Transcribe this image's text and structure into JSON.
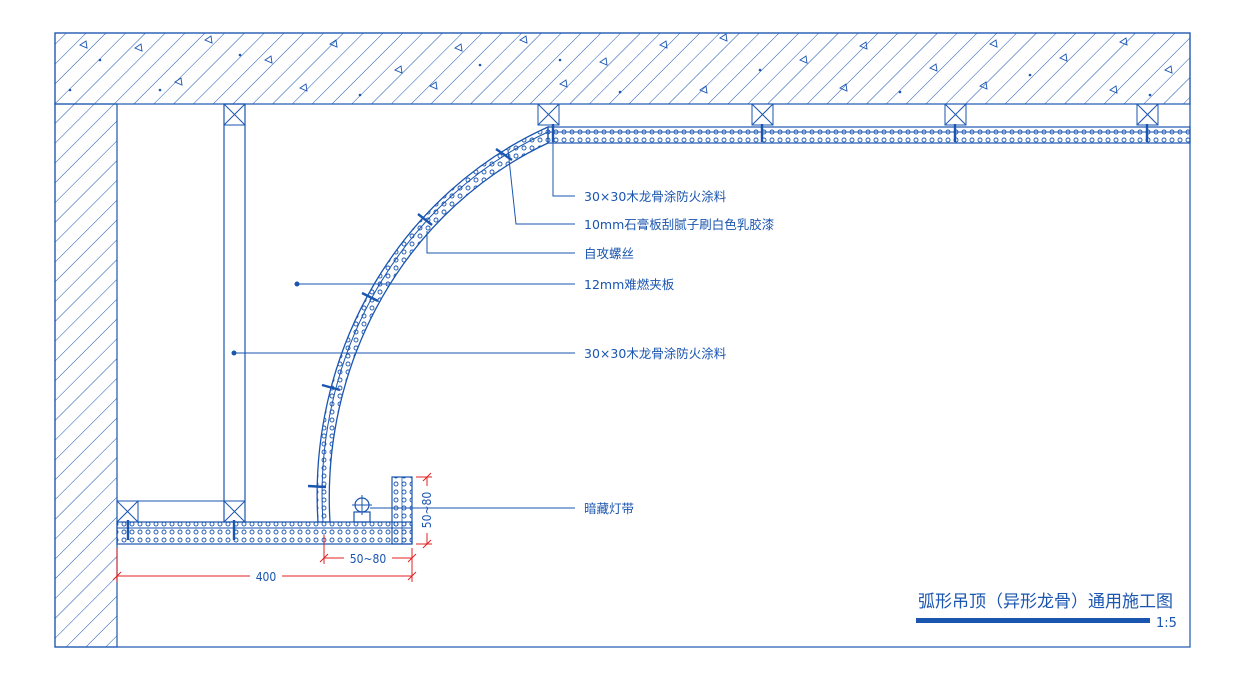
{
  "colors": {
    "line": "#1a55b0",
    "dimension": "#e02020",
    "background": "#ffffff"
  },
  "annotations": {
    "wood_keel_top": "30×30木龙骨涂防火涂料",
    "gypsum_board": "10mm石膏板刮腻子刷白色乳胶漆",
    "self_tapping_screw": "自攻螺丝",
    "fire_retardant_plywood": "12mm难燃夹板",
    "wood_keel_middle": "30×30木龙骨涂防火涂料",
    "hidden_light_strip": "暗藏灯带"
  },
  "dimensions": {
    "width_400": "400",
    "gap_50_80": "50~80",
    "height_50_80": "50~80"
  },
  "title_block": {
    "title": "弧形吊顶（异形龙骨）通用施工图",
    "scale": "1:5"
  }
}
